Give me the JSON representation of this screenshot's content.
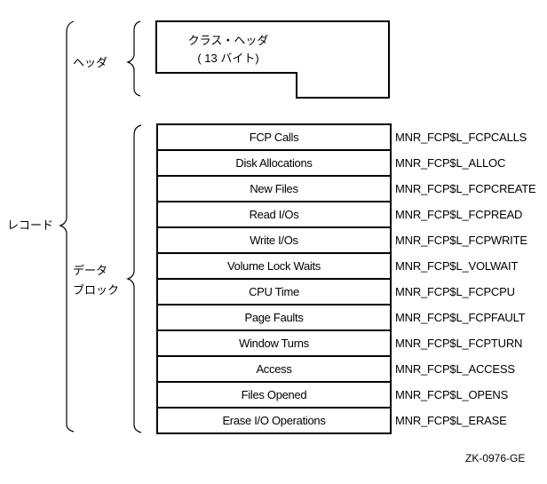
{
  "labels": {
    "record": "レコード",
    "header": "ヘッダ",
    "data_block_line1": "データ",
    "data_block_line2": "ブロック"
  },
  "header_box": {
    "line1": "クラス・ヘッダ",
    "line2": "( 13 バイト)"
  },
  "rows": [
    {
      "field": "FCP Calls",
      "symbol": "MNR_FCP$L_FCPCALLS"
    },
    {
      "field": "Disk Allocations",
      "symbol": "MNR_FCP$L_ALLOC"
    },
    {
      "field": "New Files",
      "symbol": "MNR_FCP$L_FCPCREATE"
    },
    {
      "field": "Read I/Os",
      "symbol": "MNR_FCP$L_FCPREAD"
    },
    {
      "field": "Write I/Os",
      "symbol": "MNR_FCP$L_FCPWRITE"
    },
    {
      "field": "Volume Lock Waits",
      "symbol": "MNR_FCP$L_VOLWAIT"
    },
    {
      "field": "CPU Time",
      "symbol": "MNR_FCP$L_FCPCPU"
    },
    {
      "field": "Page Faults",
      "symbol": "MNR_FCP$L_FCPFAULT"
    },
    {
      "field": "Window Turns",
      "symbol": "MNR_FCP$L_FCPTURN"
    },
    {
      "field": "Access",
      "symbol": "MNR_FCP$L_ACCESS"
    },
    {
      "field": "Files Opened",
      "symbol": "MNR_FCP$L_OPENS"
    },
    {
      "field": "Erase I/O Operations",
      "symbol": "MNR_FCP$L_ERASE"
    }
  ],
  "figure_id": "ZK-0976-GE"
}
